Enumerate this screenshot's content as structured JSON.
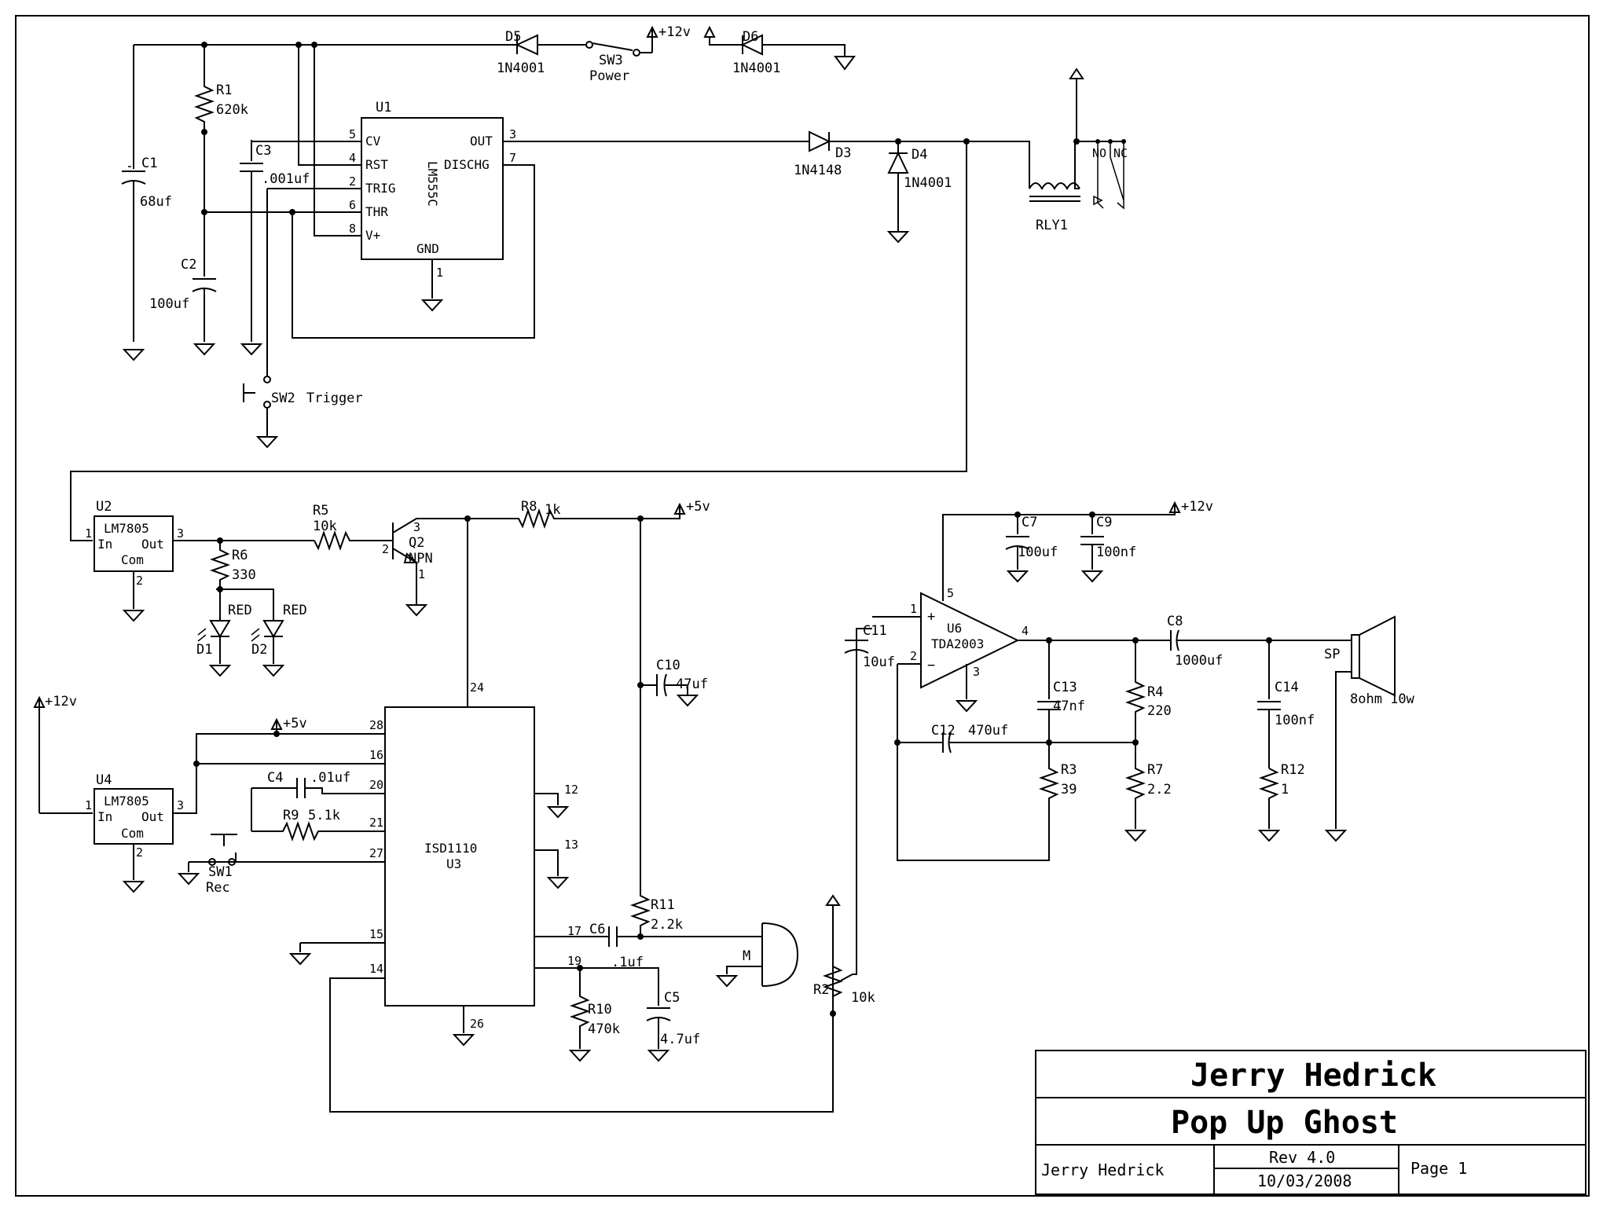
{
  "title_block": {
    "designer": "Jerry Hedrick",
    "project": "Pop Up Ghost",
    "drawn_by": "Jerry Hedrick",
    "revision": "Rev 4.0",
    "date": "10/03/2008",
    "page": "Page 1"
  },
  "power_labels": {
    "v12": "+12v",
    "v5": "+5v"
  },
  "components": {
    "D5": {
      "ref": "D5",
      "value": "1N4001"
    },
    "D6": {
      "ref": "D6",
      "value": "1N4001"
    },
    "SW3": {
      "ref": "SW3",
      "value": "Power"
    },
    "R1": {
      "ref": "R1",
      "value": "620k"
    },
    "C1": {
      "ref": "C1",
      "value": "68uf"
    },
    "C2": {
      "ref": "C2",
      "value": "100uf"
    },
    "C3": {
      "ref": "C3",
      "value": ".001uf"
    },
    "U1": {
      "ref": "U1",
      "part": "LM555C",
      "pins": {
        "cv": "CV",
        "rst": "RST",
        "trig": "TRIG",
        "thr": "THR",
        "vp": "V+",
        "out": "OUT",
        "dischg": "DISCHG",
        "gnd": "GND"
      }
    },
    "SW2": {
      "ref": "SW2",
      "value": "Trigger"
    },
    "D3": {
      "ref": "D3",
      "value": "1N4148"
    },
    "D4": {
      "ref": "D4",
      "value": "1N4001"
    },
    "RLY1": {
      "ref": "RLY1",
      "no": "NO",
      "nc": "NC"
    },
    "U2": {
      "ref": "U2",
      "part": "LM7805",
      "in": "In",
      "out": "Out",
      "com": "Com"
    },
    "U4": {
      "ref": "U4",
      "part": "LM7805",
      "in": "In",
      "out": "Out",
      "com": "Com"
    },
    "R5": {
      "ref": "R5",
      "value": "10k"
    },
    "R6": {
      "ref": "R6",
      "value": "330"
    },
    "D1": {
      "ref": "D1",
      "value": "RED"
    },
    "D2": {
      "ref": "D2",
      "value": "RED"
    },
    "Q2": {
      "ref": "Q2",
      "value": "NPN"
    },
    "R8": {
      "ref": "R8",
      "value": "1k"
    },
    "C10": {
      "ref": "C10",
      "value": "47uf"
    },
    "U3": {
      "ref": "U3",
      "part": "ISD1110"
    },
    "C4": {
      "ref": "C4",
      "value": ".01uf"
    },
    "R9": {
      "ref": "R9",
      "value": "5.1k"
    },
    "SW1": {
      "ref": "SW1",
      "value": "Rec"
    },
    "R11": {
      "ref": "R11",
      "value": "2.2k"
    },
    "C6": {
      "ref": "C6",
      "value": ".1uf"
    },
    "R10": {
      "ref": "R10",
      "value": "470k"
    },
    "C5": {
      "ref": "C5",
      "value": "4.7uf"
    },
    "M": {
      "ref": "M"
    },
    "R2": {
      "ref": "R2",
      "value": "10k"
    },
    "C11": {
      "ref": "C11",
      "value": "10uf"
    },
    "U6": {
      "ref": "U6",
      "part": "TDA2003"
    },
    "C7": {
      "ref": "C7",
      "value": "100uf"
    },
    "C9": {
      "ref": "C9",
      "value": "100nf"
    },
    "C8": {
      "ref": "C8",
      "value": "1000uf"
    },
    "C13": {
      "ref": "C13",
      "value": "47nf"
    },
    "R4": {
      "ref": "R4",
      "value": "220"
    },
    "C12": {
      "ref": "C12",
      "value": "470uf"
    },
    "R3": {
      "ref": "R3",
      "value": "39"
    },
    "R7": {
      "ref": "R7",
      "value": "2.2"
    },
    "C14": {
      "ref": "C14",
      "value": "100nf"
    },
    "R12": {
      "ref": "R12",
      "value": "1"
    },
    "SP": {
      "ref": "SP",
      "value": "8ohm 10w"
    }
  },
  "pin_numbers": {
    "u1": [
      "5",
      "4",
      "2",
      "6",
      "8",
      "3",
      "7",
      "1"
    ],
    "u2": [
      "1",
      "3",
      "2"
    ],
    "u4": [
      "1",
      "3",
      "2"
    ],
    "q2": [
      "3",
      "2",
      "1"
    ],
    "u3": [
      "24",
      "28",
      "16",
      "20",
      "21",
      "27",
      "15",
      "14",
      "26",
      "12",
      "13",
      "17",
      "19"
    ],
    "u6": [
      "1",
      "2",
      "5",
      "4",
      "3"
    ]
  },
  "signs": {
    "plus": "+",
    "minus": "−"
  }
}
